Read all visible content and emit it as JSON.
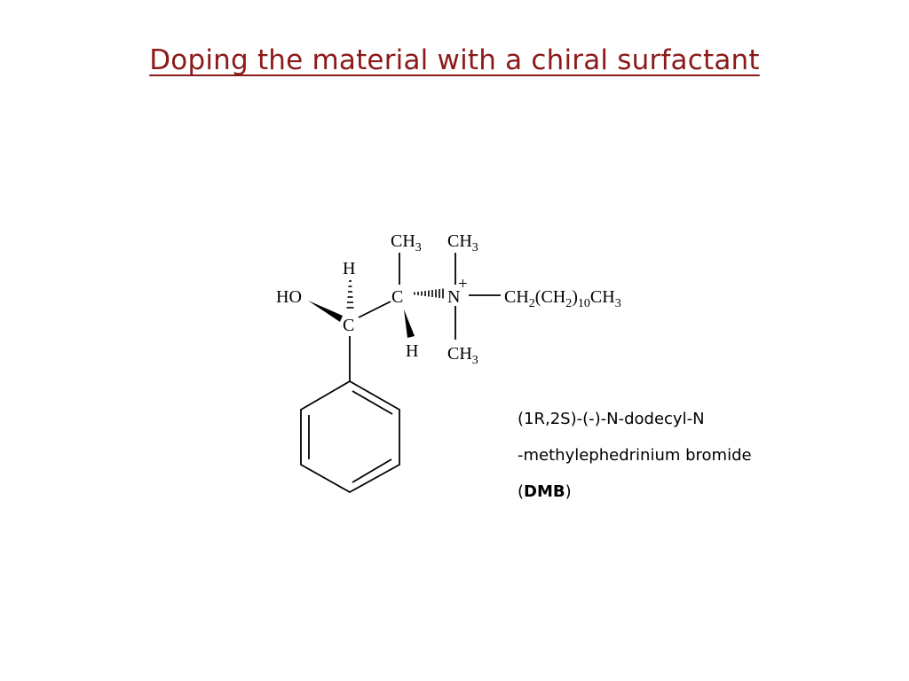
{
  "slide": {
    "title": "Doping the material with a chiral surfactant",
    "title_color": "#8b1a1a"
  },
  "structure": {
    "ho_label": "HO",
    "c1_label": "C",
    "c1_h_label": "H",
    "c2_label": "C",
    "c2_methyl": {
      "main": "CH",
      "sub": "3"
    },
    "c2_h_label": "H",
    "n_label": "N",
    "n_charge": "+",
    "n_methyl_top": {
      "main": "CH",
      "sub": "3"
    },
    "n_methyl_bottom": {
      "main": "CH",
      "sub": "3"
    },
    "chain": {
      "part1": "CH",
      "sub1": "2",
      "part2": "(CH",
      "sub2": "2",
      "part3": ")",
      "sub3": "10",
      "part4": "CH",
      "sub4": "3"
    }
  },
  "compound": {
    "name_line1": "(1R,2S)-(-)-N-dodecyl-N",
    "name_line2": "-methylephedrinium bromide",
    "abbr_open": "(",
    "abbr": "DMB",
    "abbr_close": ")"
  }
}
